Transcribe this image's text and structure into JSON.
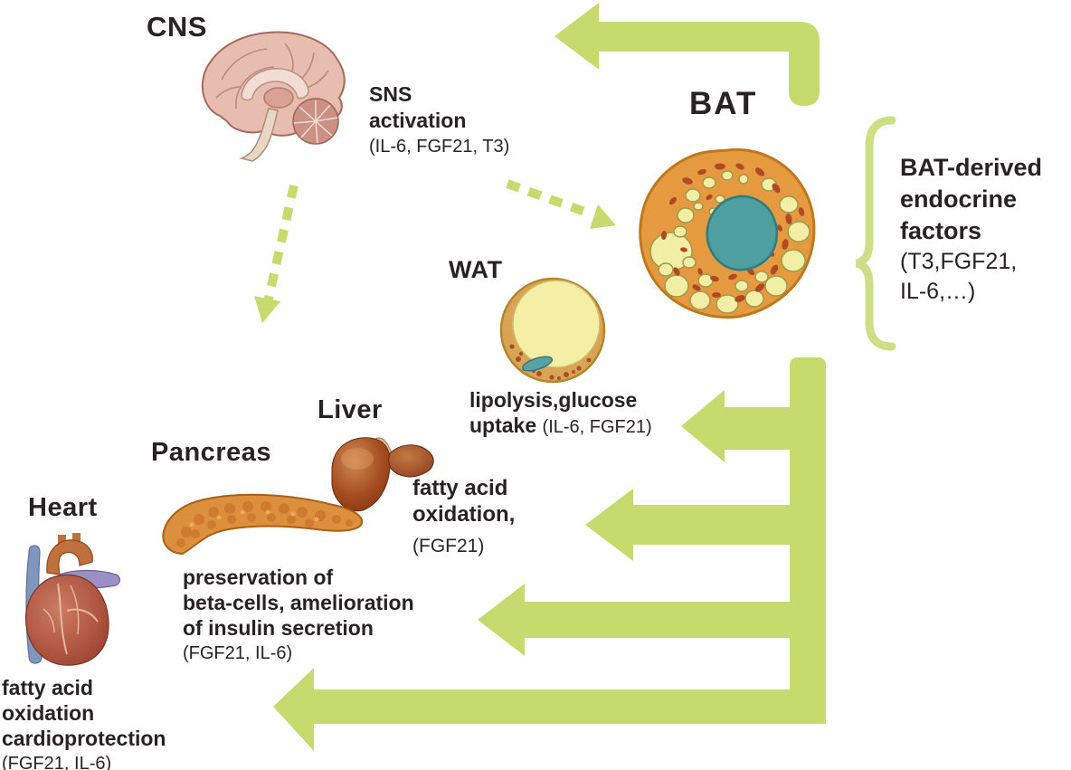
{
  "title": "BAT-derived endocrine factors diagram",
  "colors": {
    "arrow_green": "#c7da6e",
    "brace_green": "#cdde85",
    "text": "#272325",
    "bat_cell_body": "#e59a40",
    "nucleus_teal": "#4f9fa0",
    "lipid_yellow": "#f3eea6",
    "mitochondria_red": "#b04a26"
  },
  "nodes": {
    "cns": {
      "label": "CNS"
    },
    "sns": {
      "line1": "SNS",
      "line2": "activation",
      "paren": "(IL-6, FGF21, T3)"
    },
    "bat": {
      "label": "BAT"
    },
    "bat_factors": {
      "line1": "BAT-derived",
      "line2": "endocrine",
      "line3": "factors",
      "paren1": "(T3,FGF21,",
      "paren2": "IL-6,…)"
    },
    "wat": {
      "label": "WAT",
      "effect_line1": "lipolysis,glucose",
      "effect_line2": "uptake",
      "paren": "(IL-6, FGF21)"
    },
    "liver": {
      "label": "Liver",
      "effect_line1": "fatty acid",
      "effect_line2": "oxidation,",
      "paren": "(FGF21)"
    },
    "pancreas": {
      "label": "Pancreas",
      "effect_line1": "preservation of",
      "effect_line2": "beta-cells, amelioration",
      "effect_line3": "of insulin secretion",
      "paren": "(FGF21, IL-6)"
    },
    "heart": {
      "label": "Heart",
      "effect_line1": "fatty acid",
      "effect_line2": "oxidation",
      "effect_line3": "cardioprotection",
      "paren": "(FGF21, IL-6)"
    }
  }
}
